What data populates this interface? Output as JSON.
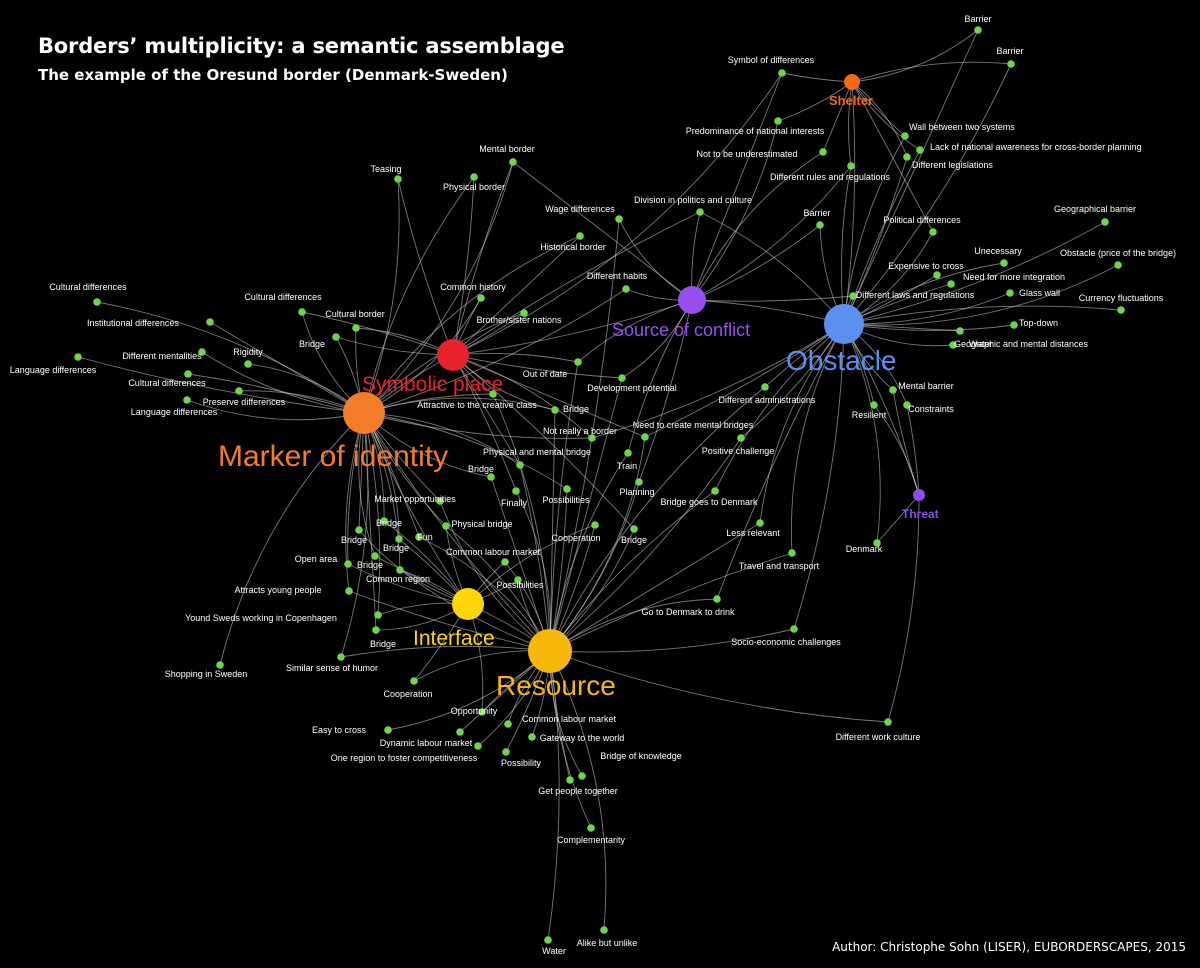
{
  "header": {
    "title": "Borders’ multiplicity: a semantic assemblage",
    "subtitle": "The example of the Oresund border (Denmark-Sweden)"
  },
  "footer": {
    "credit": "Author: Christophe Sohn (LISER), EUBORDERSCAPES,  2015"
  },
  "colors": {
    "background": "#000000",
    "edge": "#d8d8d8",
    "term_node": "#6fd64a",
    "marker_of_identity": "#f47b2a",
    "symbolic_place": "#e8222c",
    "source_of_conflict": "#9a4ff0",
    "obstacle": "#5b90f0",
    "shelter": "#f26b12",
    "threat": "#8a4fe8",
    "interface": "#ffd60a",
    "resource": "#f7b80b"
  },
  "hubs": [
    {
      "id": "marker",
      "label": "Marker of identity",
      "color": "#f47b2a"
    },
    {
      "id": "symbolic",
      "label": "Symbolic place",
      "color": "#e8222c"
    },
    {
      "id": "conflict",
      "label": "Source of conflict",
      "color": "#9a4ff0"
    },
    {
      "id": "obstacle",
      "label": "Obstacle",
      "color": "#5b90f0"
    },
    {
      "id": "shelter",
      "label": "Shelter",
      "color": "#f26b12"
    },
    {
      "id": "threat",
      "label": "Threat",
      "color": "#8a4fe8"
    },
    {
      "id": "interface",
      "label": "Interface",
      "color": "#ffd60a"
    },
    {
      "id": "resource",
      "label": "Resource",
      "color": "#f7b80b"
    }
  ],
  "terms": [
    {
      "label": "Barrier",
      "links": [
        "shelter",
        "obstacle"
      ]
    },
    {
      "label": "Barrier",
      "links": [
        "shelter",
        "obstacle"
      ]
    },
    {
      "label": "Symbol of differences",
      "links": [
        "shelter",
        "symbolic",
        "conflict"
      ]
    },
    {
      "label": "Wall between two systems",
      "links": [
        "shelter",
        "obstacle"
      ]
    },
    {
      "label": "Lack of national awareness for cross-border planning",
      "links": [
        "shelter",
        "obstacle"
      ]
    },
    {
      "label": "Different legislations",
      "links": [
        "shelter",
        "obstacle"
      ]
    },
    {
      "label": "Predominance of national interests",
      "links": [
        "shelter",
        "conflict"
      ]
    },
    {
      "label": "Not to be underestimated",
      "links": [
        "shelter",
        "conflict"
      ]
    },
    {
      "label": "Different rules and regulations",
      "links": [
        "shelter",
        "obstacle",
        "conflict"
      ]
    },
    {
      "label": "Political differences",
      "links": [
        "obstacle",
        "shelter"
      ]
    },
    {
      "label": "Barrier",
      "links": [
        "obstacle",
        "conflict"
      ]
    },
    {
      "label": "Mental border",
      "links": [
        "symbolic",
        "marker",
        "conflict"
      ]
    },
    {
      "label": "Physical border",
      "links": [
        "symbolic",
        "marker"
      ]
    },
    {
      "label": "Teasing",
      "links": [
        "marker",
        "symbolic"
      ]
    },
    {
      "label": "Wage differences",
      "links": [
        "conflict",
        "resource"
      ]
    },
    {
      "label": "Division in politics and culture",
      "links": [
        "conflict",
        "obstacle",
        "symbolic"
      ]
    },
    {
      "label": "Historical border",
      "links": [
        "symbolic",
        "marker"
      ]
    },
    {
      "label": "Geographical barrier",
      "links": [
        "obstacle"
      ]
    },
    {
      "label": "Obstacle (price of the bridge)",
      "links": [
        "obstacle"
      ]
    },
    {
      "label": "Unecessary",
      "links": [
        "obstacle"
      ]
    },
    {
      "label": "Need for more integration",
      "links": [
        "obstacle"
      ]
    },
    {
      "label": "Expensive to cross",
      "links": [
        "obstacle"
      ]
    },
    {
      "label": "Glass wall",
      "links": [
        "obstacle"
      ]
    },
    {
      "label": "Different laws and regulations",
      "links": [
        "obstacle",
        "conflict"
      ]
    },
    {
      "label": "Currency fluctuations",
      "links": [
        "obstacle"
      ]
    },
    {
      "label": "Water",
      "links": [
        "obstacle"
      ]
    },
    {
      "label": "Top-down",
      "links": [
        "obstacle"
      ]
    },
    {
      "label": "Geographic and mental distances",
      "links": [
        "obstacle"
      ]
    },
    {
      "label": "Different habits",
      "links": [
        "conflict",
        "marker"
      ]
    },
    {
      "label": "Common history",
      "links": [
        "symbolic",
        "marker"
      ]
    },
    {
      "label": "Brother/sister nations",
      "links": [
        "symbolic",
        "marker"
      ]
    },
    {
      "label": "Cultural differences",
      "links": [
        "marker"
      ]
    },
    {
      "label": "Cultural differences",
      "links": [
        "marker",
        "symbolic"
      ]
    },
    {
      "label": "Cultural border",
      "links": [
        "marker",
        "symbolic"
      ]
    },
    {
      "label": "Institutional differences",
      "links": [
        "marker"
      ]
    },
    {
      "label": "Bridge",
      "links": [
        "marker",
        "symbolic"
      ]
    },
    {
      "label": "Rigidity",
      "links": [
        "marker"
      ]
    },
    {
      "label": "Different mentalities",
      "links": [
        "marker"
      ]
    },
    {
      "label": "Language differences",
      "links": [
        "marker"
      ]
    },
    {
      "label": "Cultural differences",
      "links": [
        "marker"
      ]
    },
    {
      "label": "Preserve differences",
      "links": [
        "marker"
      ]
    },
    {
      "label": "Language differences",
      "links": [
        "marker"
      ]
    },
    {
      "label": "Out of date",
      "links": [
        "symbolic",
        "conflict",
        "resource"
      ]
    },
    {
      "label": "Development potential",
      "links": [
        "resource",
        "conflict",
        "symbolic"
      ]
    },
    {
      "label": "Attractive to the creative class",
      "links": [
        "symbolic",
        "marker",
        "resource"
      ]
    },
    {
      "label": "Bridge",
      "links": [
        "symbolic",
        "resource",
        "marker"
      ]
    },
    {
      "label": "Not really a border",
      "links": [
        "symbolic",
        "marker",
        "obstacle"
      ]
    },
    {
      "label": "Need to create mental bridges",
      "links": [
        "obstacle",
        "resource",
        "symbolic"
      ]
    },
    {
      "label": "Different administrations",
      "links": [
        "obstacle",
        "resource"
      ]
    },
    {
      "label": "Mental barrier",
      "links": [
        "obstacle",
        "threat"
      ]
    },
    {
      "label": "Constraints",
      "links": [
        "obstacle",
        "threat"
      ]
    },
    {
      "label": "Resilient",
      "links": [
        "obstacle",
        "threat"
      ]
    },
    {
      "label": "Physical and mental bridge",
      "links": [
        "symbolic",
        "marker",
        "resource"
      ]
    },
    {
      "label": "Positive challenge",
      "links": [
        "resource",
        "obstacle"
      ]
    },
    {
      "label": "Bridge",
      "links": [
        "marker",
        "resource"
      ]
    },
    {
      "label": "Train",
      "links": [
        "resource",
        "conflict"
      ]
    },
    {
      "label": "Finally",
      "links": [
        "symbolic",
        "resource"
      ]
    },
    {
      "label": "Possibilities",
      "links": [
        "resource",
        "marker"
      ]
    },
    {
      "label": "Planning",
      "links": [
        "resource",
        "conflict"
      ]
    },
    {
      "label": "Market opportunities",
      "links": [
        "resource",
        "marker"
      ]
    },
    {
      "label": "Bridge goes to Denmark",
      "links": [
        "resource",
        "obstacle"
      ]
    },
    {
      "label": "Bridge",
      "links": [
        "marker",
        "interface"
      ]
    },
    {
      "label": "Physical bridge",
      "links": [
        "marker",
        "interface",
        "resource"
      ]
    },
    {
      "label": "Less relevant",
      "links": [
        "obstacle",
        "resource"
      ]
    },
    {
      "label": "Bridge",
      "links": [
        "marker",
        "interface"
      ]
    },
    {
      "label": "Fun",
      "links": [
        "marker",
        "resource"
      ]
    },
    {
      "label": "Cooperation",
      "links": [
        "resource",
        "interface"
      ]
    },
    {
      "label": "Bridge",
      "links": [
        "resource",
        "symbolic"
      ]
    },
    {
      "label": "Bridge",
      "links": [
        "marker",
        "interface"
      ]
    },
    {
      "label": "Common labour market",
      "links": [
        "interface",
        "resource"
      ]
    },
    {
      "label": "Denmark",
      "links": [
        "threat",
        "obstacle"
      ]
    },
    {
      "label": "Open area",
      "links": [
        "marker",
        "interface"
      ]
    },
    {
      "label": "Bridge",
      "links": [
        "marker",
        "interface"
      ]
    },
    {
      "label": "Common region",
      "links": [
        "marker",
        "interface",
        "resource"
      ]
    },
    {
      "label": "Travel and transport",
      "links": [
        "resource",
        "obstacle"
      ]
    },
    {
      "label": "Possibilities",
      "links": [
        "interface",
        "resource"
      ]
    },
    {
      "label": "Attracts young people",
      "links": [
        "marker",
        "resource"
      ]
    },
    {
      "label": "Go to Denmark to drink",
      "links": [
        "resource",
        "obstacle"
      ]
    },
    {
      "label": "Yound Sweds working in Copenhagen",
      "links": [
        "marker",
        "interface"
      ]
    },
    {
      "label": "Bridge",
      "links": [
        "marker",
        "interface"
      ]
    },
    {
      "label": "Socio-economic challenges",
      "links": [
        "resource",
        "obstacle"
      ]
    },
    {
      "label": "Shopping in Sweden",
      "links": [
        "marker"
      ]
    },
    {
      "label": "Similar sense of humor",
      "links": [
        "marker",
        "resource"
      ]
    },
    {
      "label": "Cooperation",
      "links": [
        "interface",
        "resource"
      ]
    },
    {
      "label": "Opportunity",
      "links": [
        "resource",
        "interface"
      ]
    },
    {
      "label": "Common labour market",
      "links": [
        "resource"
      ]
    },
    {
      "label": "Easy to cross",
      "links": [
        "resource"
      ]
    },
    {
      "label": "Gateway to the world",
      "links": [
        "resource"
      ]
    },
    {
      "label": "Dynamic labour market",
      "links": [
        "resource"
      ]
    },
    {
      "label": "Different work culture",
      "links": [
        "resource",
        "threat"
      ]
    },
    {
      "label": "Bridge of knowledge",
      "links": [
        "resource"
      ]
    },
    {
      "label": "One region to foster competitiveness",
      "links": [
        "resource"
      ]
    },
    {
      "label": "Possibility",
      "links": [
        "resource"
      ]
    },
    {
      "label": "Get people together",
      "links": [
        "resource"
      ]
    },
    {
      "label": "Complementarity",
      "links": [
        "resource"
      ]
    },
    {
      "label": "Alike but unlike",
      "links": [
        "resource"
      ]
    },
    {
      "label": "Water",
      "links": [
        "resource"
      ]
    }
  ]
}
